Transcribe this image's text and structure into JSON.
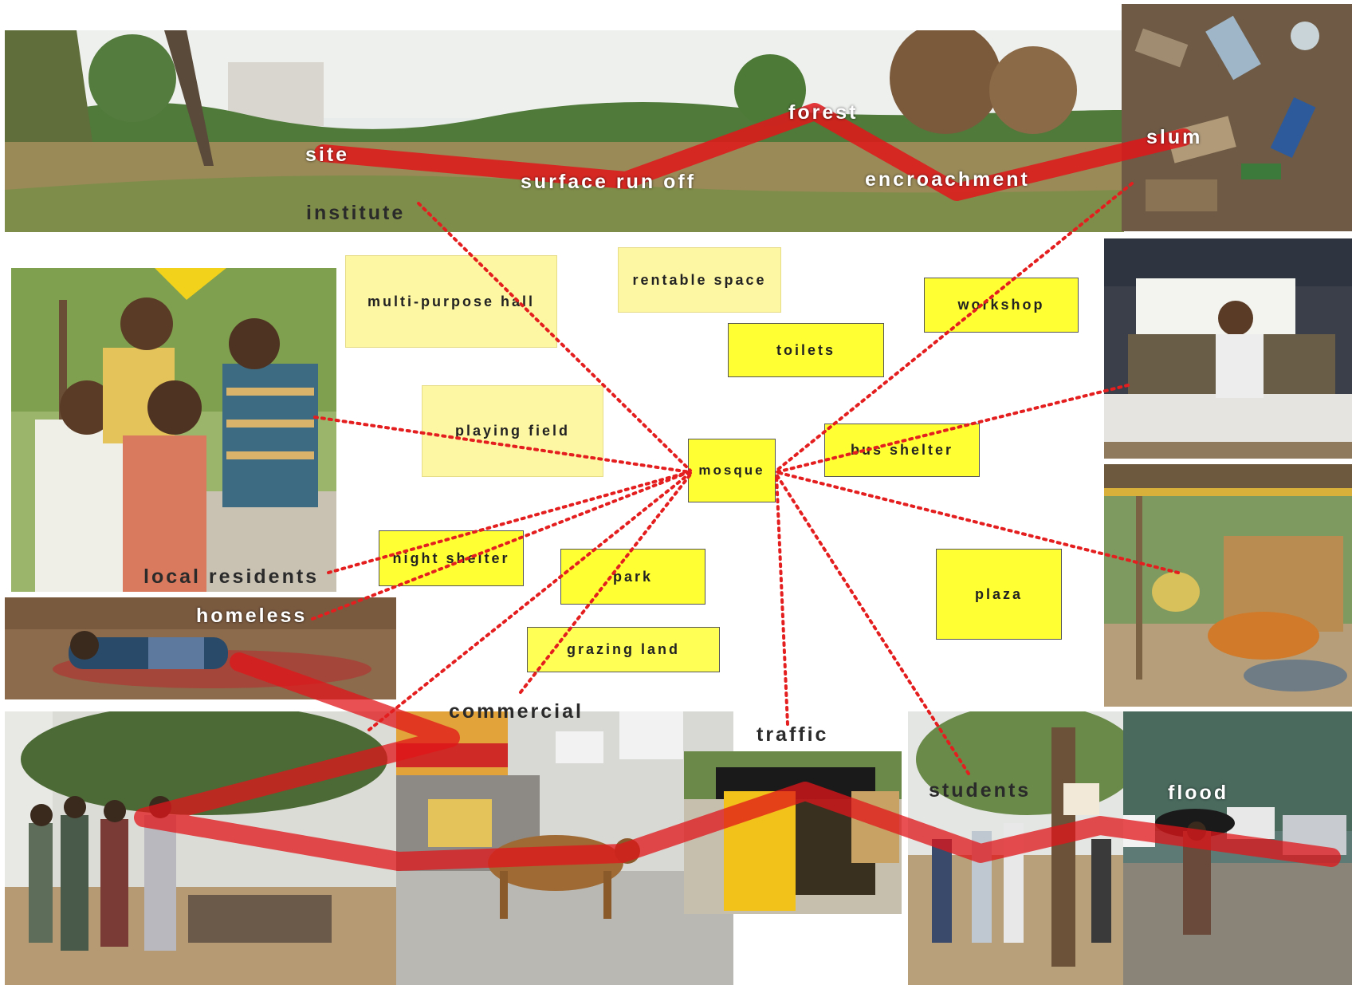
{
  "center": {
    "label": "mosque"
  },
  "program_boxes": {
    "multi_purpose_hall": "multi-purpose hall",
    "rentable_space": "rentable space",
    "workshop": "workshop",
    "toilets": "toilets",
    "playing_field": "playing field",
    "bus_shelter": "bus shelter",
    "night_shelter": "night shelter",
    "park": "park",
    "plaza": "plaza",
    "grazing_land": "grazing land"
  },
  "photo_labels": {
    "site": "site",
    "surface_run_off": "surface run off",
    "forest": "forest",
    "encroachment": "encroachment",
    "slum": "slum",
    "institute": "institute",
    "local_residents": "local residents",
    "homeless": "homeless",
    "commercial": "commercial",
    "traffic": "traffic",
    "students": "students",
    "flood": "flood"
  },
  "colors": {
    "connector_red": "#e41e1e",
    "band_red": "#e0161a",
    "box_pale": "#fdf6a3",
    "box_bright": "#ffff33"
  }
}
